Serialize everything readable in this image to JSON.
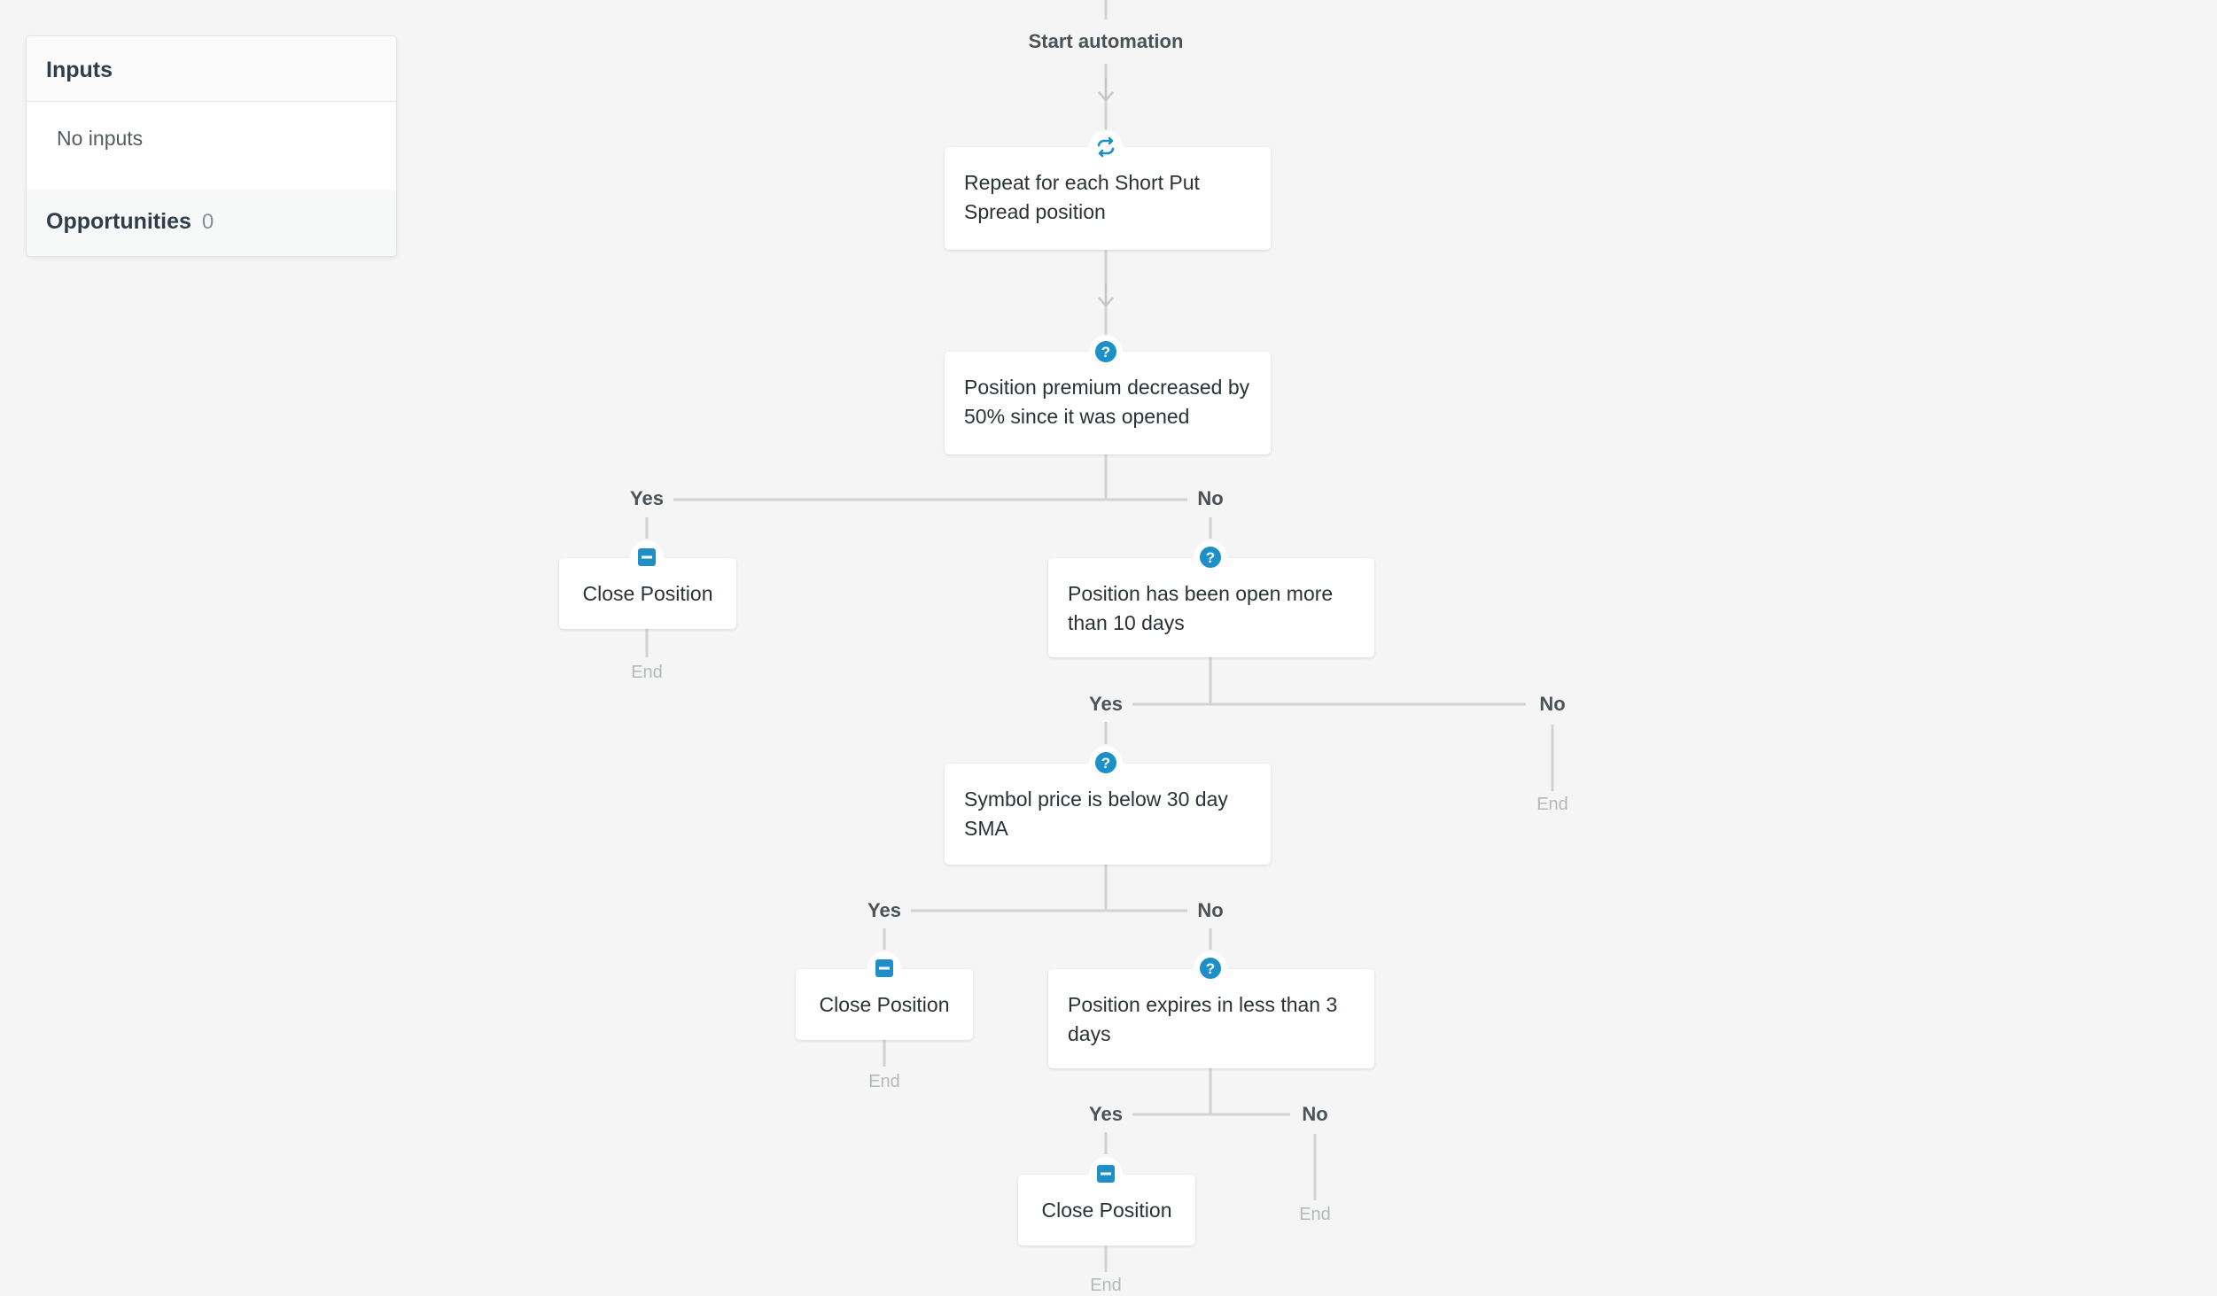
{
  "sidebar": {
    "inputs_title": "Inputs",
    "inputs_empty": "No inputs",
    "opportunities_label": "Opportunities",
    "opportunities_count": "0"
  },
  "flow": {
    "start_label": "Start automation",
    "repeat_step": "Repeat for each Short Put Spread position",
    "condition_1": "Position premium decreased by 50% since it was opened",
    "condition_2": "Position has been open more than 10 days",
    "condition_3": "Symbol price is below 30 day SMA",
    "condition_4": "Position expires in less than 3 days",
    "action_close": "Close Position",
    "yes": "Yes",
    "no": "No",
    "end": "End"
  },
  "colors": {
    "accent": "#1f8fc7",
    "line": "#cfd3d2",
    "background": "#f4f5f4"
  }
}
